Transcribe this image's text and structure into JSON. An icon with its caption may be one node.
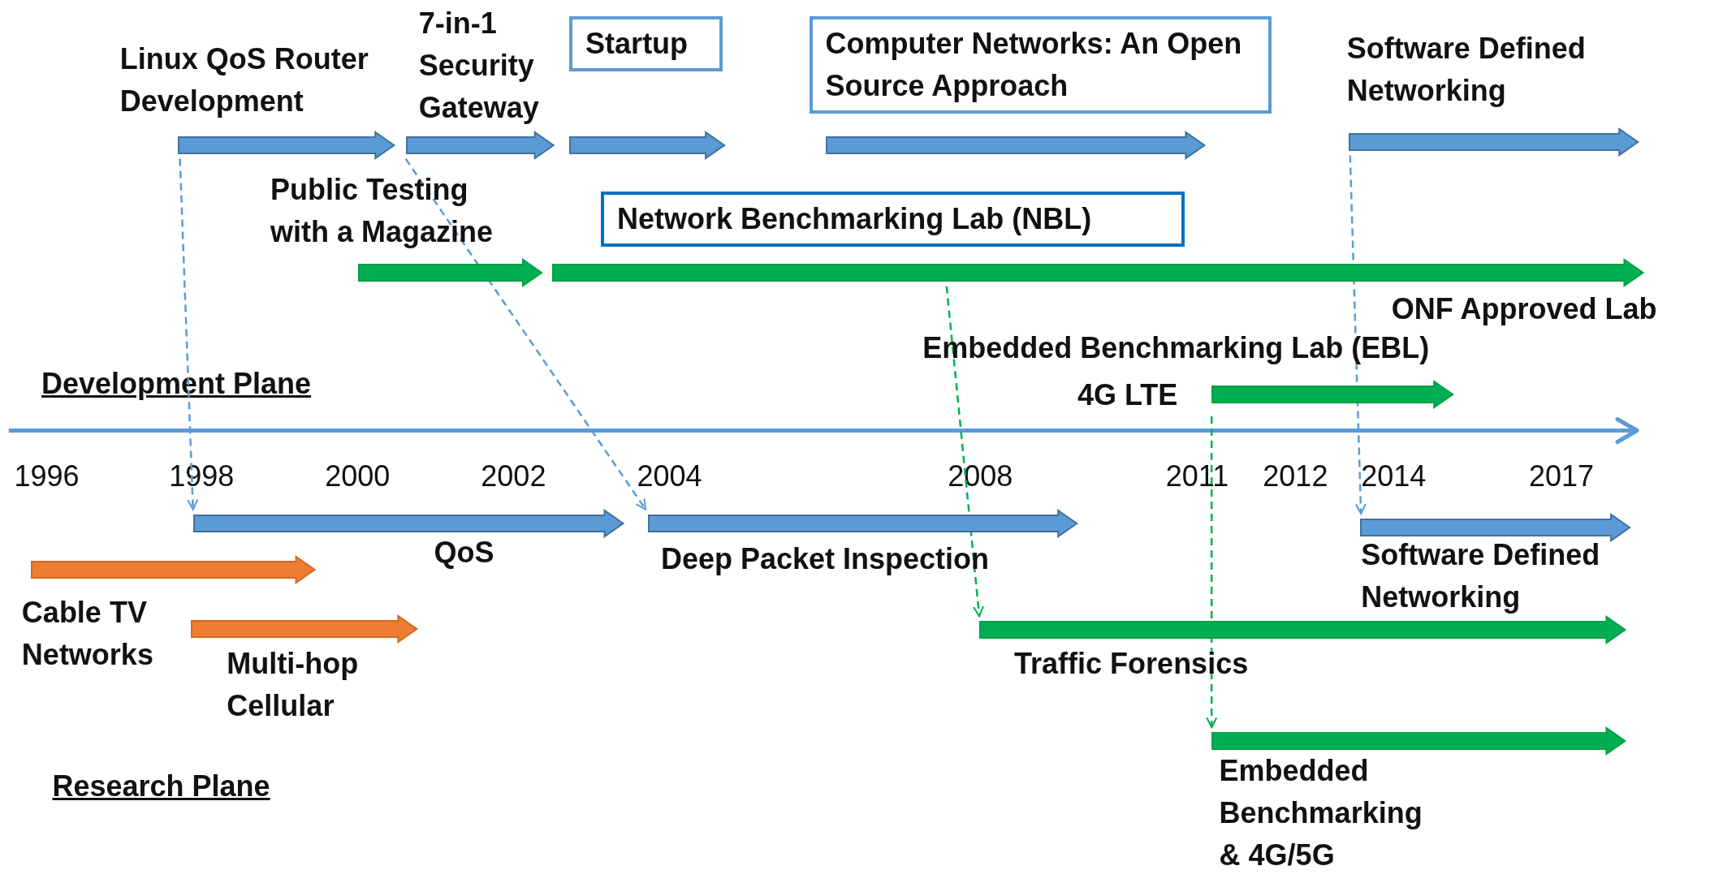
{
  "diagram": {
    "nodes": [
      {
        "text": [
          "Linux QoS Router Development"
        ]
      },
      {
        "text": [
          "7-in-1 Security Gateway"
        ]
      },
      {
        "text": [
          "Startup"
        ]
      },
      {
        "text": [],
        "shape": "bar"
      },
      {
        "text": [
          "Computer Networks: An Open Source Approach"
        ]
      },
      {
        "text": [],
        "shape": "bar"
      },
      {
        "text": [
          "Software Defined Networking"
        ]
      },
      {
        "text": [
          "Public Testing with a Magazine"
        ]
      },
      {
        "text": [
          "Network Benchmarking Lab (NBL)"
        ]
      },
      {
        "text": [],
        "shape": "bar"
      },
      {
        "text": [
          "Embedded Benchmarking Lab (EBL)",
          "4G LTE"
        ]
      },
      {
        "text": [
          "QoS"
        ]
      },
      {
        "text": [
          "Deep Packet Inspection"
        ]
      },
      {
        "text": [
          "Software Defined Networking"
        ]
      },
      {
        "text": [
          "Cable TV Networks"
        ]
      },
      {
        "text": [
          "Multi-hop Cellular"
        ]
      },
      {
        "text": [
          "Traffic Forensics"
        ]
      },
      {
        "text": [
          "Embedded Benchmarking & 4G/5G"
        ]
      }
    ],
    "edges": [
      {
        "from": 0,
        "to": 11,
        "arrow": "to",
        "style": "dashed"
      },
      {
        "from": 1,
        "to": 12,
        "arrow": "to",
        "style": "dashed"
      },
      {
        "from": 6,
        "to": 13,
        "arrow": "to",
        "style": "dashed"
      },
      {
        "from": 9,
        "to": 16,
        "arrow": "to",
        "style": "dashed",
        "color": "#00b050"
      },
      {
        "from": 10,
        "to": 17,
        "arrow": "to",
        "style": "dashed",
        "color": "#00b050"
      }
    ],
    "labels": [
      "ONF Approved Lab",
      "Development Plane",
      "1996",
      "1998",
      "2000",
      "2002",
      "2004",
      "2008",
      "2011",
      "2012",
      "2014",
      "2017",
      "Research Plane"
    ]
  }
}
